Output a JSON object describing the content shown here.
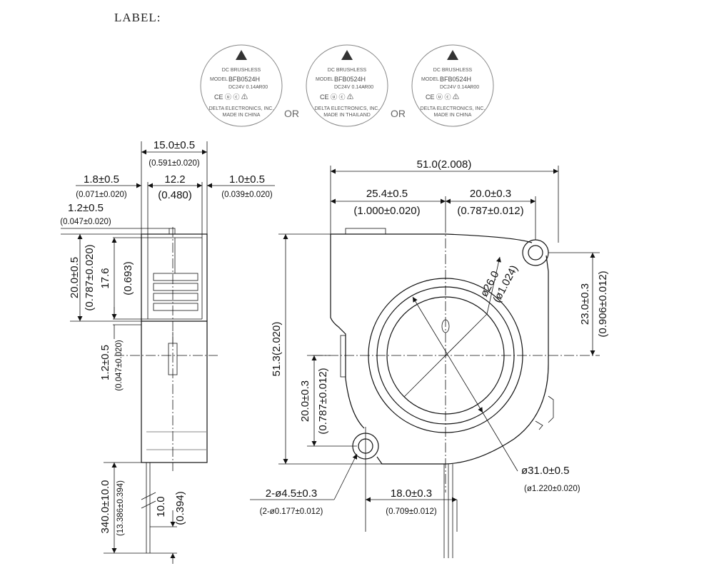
{
  "label": {
    "title": "LABEL:",
    "or_text": "OR",
    "labels": [
      {
        "line1": "DC  BRUSHLESS",
        "model_tag": "MODEL",
        "model": "BFB0524H",
        "rating": "DC24V   0.14A",
        "suffix": "-R00",
        "ring_top": "DELTA ELECTRONICS, INC.",
        "ring_bottom": "MADE  IN  CHINA"
      },
      {
        "line1": "DC  BRUSHLESS",
        "model_tag": "MODEL",
        "model": "BFB0524H",
        "rating": "DC24V   0.14A",
        "suffix": "-R00",
        "ring_top": "DELTA ELECTRONICS, INC.",
        "ring_bottom": "MADE  IN  THAILAND"
      },
      {
        "line1": "DC  BRUSHLESS",
        "model_tag": "MODEL",
        "model": "BFB0524H",
        "rating": "DC24V   0.14A",
        "suffix": "-R00",
        "ring_top": "DELTA ELECTRONICS, INC.",
        "ring_bottom": "MADE  IN  CHINA"
      }
    ]
  },
  "side_view": {
    "overall_depth": "15.0±0.5",
    "overall_depth_in": "(0.591±0.020)",
    "left_offset": "1.8±0.5",
    "left_offset_in": "(0.071±0.020)",
    "middle_width": "12.2",
    "middle_width_in": "(0.480)",
    "right_offset": "1.0±0.5",
    "right_offset_in": "(0.039±0.020)",
    "top_tab": "1.2±0.5",
    "top_tab_in": "(0.047±0.020)",
    "outlet_height": "20.0±0.5",
    "outlet_height_in": "(0.787±0.020)",
    "inner_height": "17.6",
    "inner_height_in": "(0.693)",
    "lower_gap": "1.2±0.5",
    "lower_gap_in": "(0.047±0.020)",
    "lead_length": "340.0±10.0",
    "lead_length_in": "(13.386±0.394)",
    "strip_length": "10.0",
    "strip_length_in": "(0.394)"
  },
  "front_view": {
    "overall_width": "51.0(2.008)",
    "left_width": "25.4±0.5",
    "left_width_in": "(1.000±0.020)",
    "right_width": "20.0±0.3",
    "right_width_in": "(0.787±0.012)",
    "overall_height": "51.3(2.020)",
    "right_height": "23.0±0.3",
    "right_height_in": "(0.906±0.012)",
    "inlet_diameter": "ø26.0",
    "inlet_diameter_in": "(ø1.024)",
    "left_height": "20.0±0.3",
    "left_height_in": "(0.787±0.012)",
    "housing_diameter": "ø31.0±0.5",
    "housing_diameter_in": "(ø1.220±0.020)",
    "hole_diameter": "2-ø4.5±0.3",
    "hole_diameter_in": "(2-ø0.177±0.012)",
    "bottom_width": "18.0±0.3",
    "bottom_width_in": "(0.709±0.012)"
  }
}
